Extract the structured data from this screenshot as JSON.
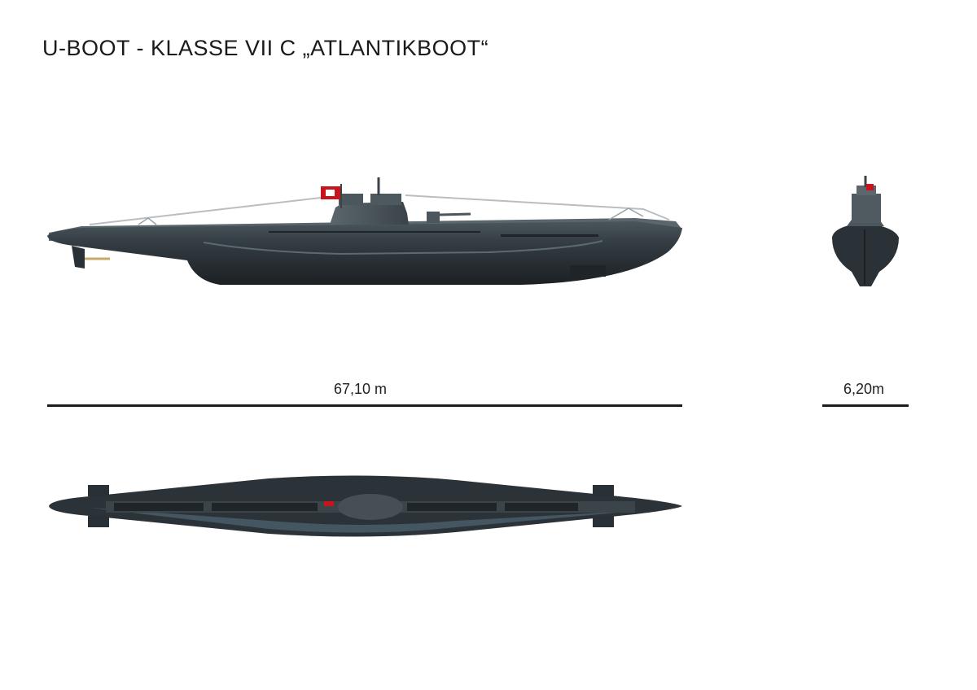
{
  "title": "U-BOOT - KLASSE VII C „ATLANTIKBOOT“",
  "dimensions": {
    "length_label": "67,10 m",
    "beam_label": "6,20m"
  },
  "colors": {
    "hull_dark": "#23292e",
    "hull_mid": "#3a4349",
    "hull_light": "#56626a",
    "flag_red": "#c8141b",
    "background": "#ffffff"
  }
}
